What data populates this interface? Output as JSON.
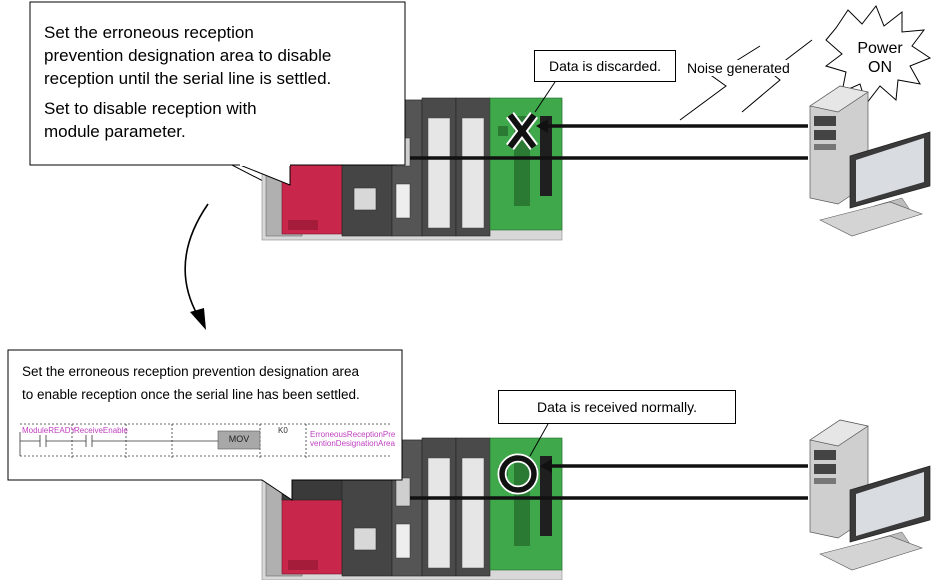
{
  "top_callout": {
    "line1": "Set the erroneous reception",
    "line2": "prevention designation area to disable",
    "line3": "reception until the serial line is settled.",
    "line4": "Set to disable reception with",
    "line5": "module parameter."
  },
  "top_labels": {
    "discarded": "Data is discarded.",
    "noise": "Noise generated",
    "power_line1": "Power",
    "power_line2": "ON"
  },
  "bottom_callout": {
    "line1": "Set the erroneous reception prevention designation area",
    "line2": "to enable reception once the serial line has been settled."
  },
  "ladder": {
    "contact1": "ModuleREADY",
    "contact2": "ReceiveEnable",
    "instruction": "MOV",
    "operand1": "K0",
    "operand2_line1": "ErroneousReceptionPre",
    "operand2_line2": "ventionDesignationArea"
  },
  "bottom_labels": {
    "received": "Data is received normally."
  },
  "colors": {
    "cpu_red": "#c8264a",
    "board_green": "#3fa84a",
    "module_dark": "#3a3a3a",
    "module_gray": "#9a9a9a"
  }
}
